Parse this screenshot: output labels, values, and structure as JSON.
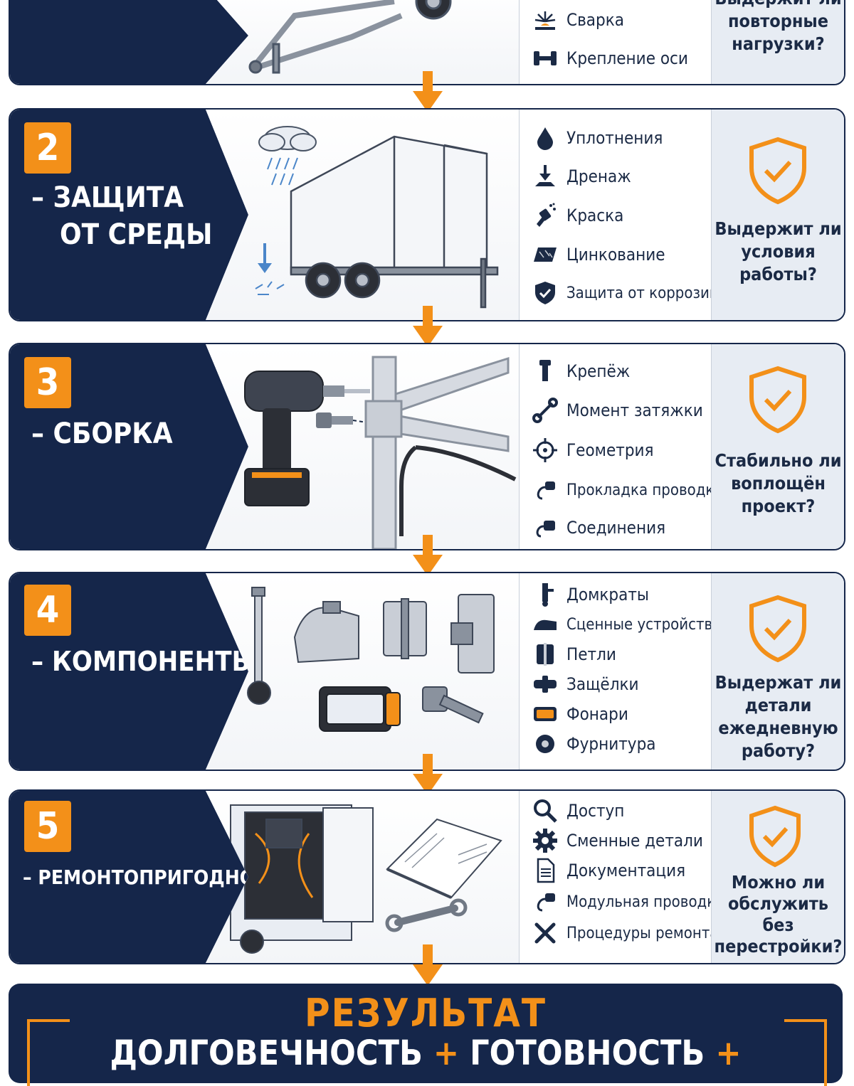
{
  "colors": {
    "navy": "#15264a",
    "accent": "#f39019",
    "panel": "#eef2f7"
  },
  "section1": {
    "items": [
      {
        "label": "Сварка",
        "icon": "welding-spark-icon"
      },
      {
        "label": "Крепление оси",
        "icon": "axle-icon"
      }
    ],
    "question": "Выдержит ли повторные нагрузки?"
  },
  "section2": {
    "number": "2",
    "title_line1": "– ЗАЩИТА",
    "title_line2": "ОТ СРЕДЫ",
    "items": [
      {
        "label": "Уплотнения",
        "icon": "water-drop-icon"
      },
      {
        "label": "Дренаж",
        "icon": "drain-icon"
      },
      {
        "label": "Краска",
        "icon": "spray-paint-icon"
      },
      {
        "label": "Цинкование",
        "icon": "galvanized-plate-icon"
      },
      {
        "label": "Защита от коррозии",
        "icon": "shield-check-icon"
      }
    ],
    "question": "Выдержит ли условия работы?"
  },
  "section3": {
    "number": "3",
    "title": "– СБОРКА",
    "items": [
      {
        "label": "Крепёж",
        "icon": "bolt-icon"
      },
      {
        "label": "Момент затяжки",
        "icon": "wrench-icon"
      },
      {
        "label": "Геометрия",
        "icon": "crosshair-icon"
      },
      {
        "label": "Прокладка проводки",
        "icon": "cable-icon"
      },
      {
        "label": "Соединения",
        "icon": "connector-icon"
      }
    ],
    "question": "Стабильно ли воплощён проект?"
  },
  "section4": {
    "number": "4",
    "title": "– КОМПОНЕНТЫ",
    "items": [
      {
        "label": "Домкраты",
        "icon": "jack-icon"
      },
      {
        "label": "Сценные устройства",
        "icon": "coupler-icon"
      },
      {
        "label": "Петли",
        "icon": "hinge-icon"
      },
      {
        "label": "Защёлки",
        "icon": "latch-icon"
      },
      {
        "label": "Фонари",
        "icon": "lamp-icon"
      },
      {
        "label": "Фурнитура",
        "icon": "hardware-icon"
      }
    ],
    "question": "Выдержат ли детали ежедневную работу?"
  },
  "section5": {
    "number": "5",
    "title": "– РЕМОНТОПРИГОДНОСТЬ",
    "items": [
      {
        "label": "Доступ",
        "icon": "magnifier-icon"
      },
      {
        "label": "Сменные детали",
        "icon": "gear-icon"
      },
      {
        "label": "Документация",
        "icon": "document-icon"
      },
      {
        "label": "Модульная проводка",
        "icon": "cable-icon"
      },
      {
        "label": "Процедуры ремонта",
        "icon": "tools-icon"
      }
    ],
    "question": "Можно ли обслужить без перестройки?"
  },
  "result": {
    "title": "РЕЗУЛЬТАТ",
    "term1": "ДОЛГОВЕЧНОСТЬ",
    "plus": "+",
    "term2": "ГОТОВНОСТЬ"
  }
}
